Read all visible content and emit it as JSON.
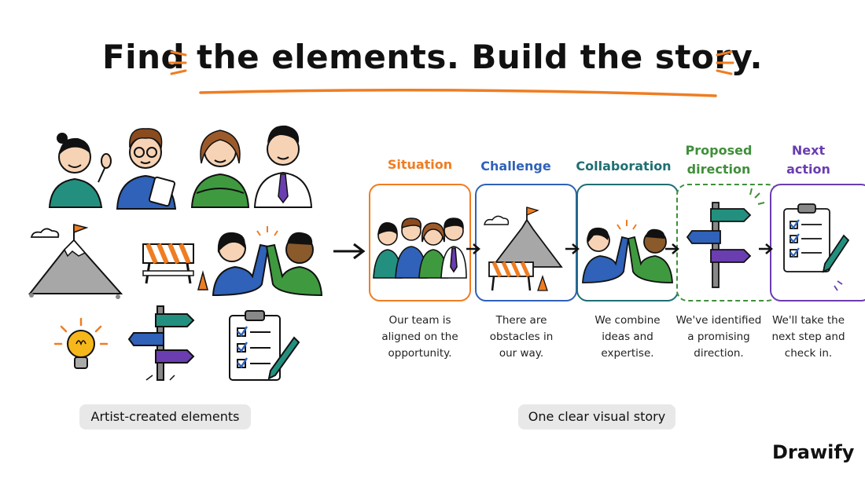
{
  "title": "Find the elements. Build the story.",
  "colors": {
    "accent_orange": "#ef7d22",
    "situation": "#ef7d22",
    "challenge": "#2f62b8",
    "collaboration": "#1f6f73",
    "proposed_direction": "#3f8f3a",
    "next_action": "#6a3db0"
  },
  "left_panel": {
    "label": "Artist-created elements",
    "icons": [
      "person-waving-icon",
      "person-notepad-icon",
      "person-arms-crossed-icon",
      "person-tie-icon",
      "mountain-flag-icon",
      "roadblock-icon",
      "high-five-icon",
      "lightbulb-icon",
      "signpost-icon",
      "checklist-clipboard-icon"
    ]
  },
  "story": {
    "label": "One clear visual story",
    "stages": [
      {
        "title": "Situation",
        "caption_lines": [
          "Our team is",
          "aligned on the",
          "opportunity."
        ]
      },
      {
        "title": "Challenge",
        "caption_lines": [
          "There are",
          "obstacles in",
          "our way."
        ]
      },
      {
        "title": "Collaboration",
        "caption_lines": [
          "We combine",
          "ideas and",
          "expertise."
        ]
      },
      {
        "title_lines": [
          "Proposed",
          "direction"
        ],
        "caption_lines": [
          "We've identified",
          "a promising",
          "direction."
        ]
      },
      {
        "title_lines": [
          "Next",
          "action"
        ],
        "caption_lines": [
          "We'll take the",
          "next step and",
          "check in."
        ]
      }
    ]
  },
  "brand": {
    "logo_text": "Drawify"
  }
}
